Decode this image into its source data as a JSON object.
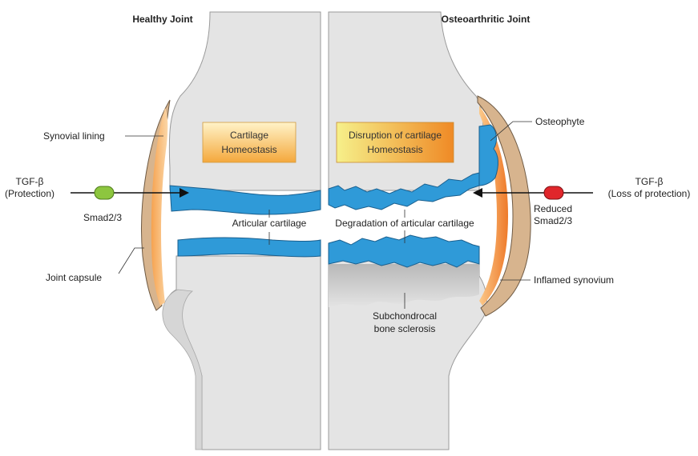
{
  "titles": {
    "left": "Healthy Joint",
    "right": "Osteoarthritic Joint"
  },
  "boxes": {
    "left": [
      "Cartilage",
      "Homeostasis"
    ],
    "right": [
      "Disruption of cartilage",
      "Homeostasis"
    ]
  },
  "labels": {
    "synovial_lining": "Synovial lining",
    "tgf_left": [
      "TGF-β",
      "(Protection)"
    ],
    "smad_left": "Smad2/3",
    "joint_capsule": "Joint capsule",
    "articular_cartilage": "Articular cartilage",
    "degradation": "Degradation of articular cartilage",
    "osteophyte": "Osteophyte",
    "tgf_right": [
      "TGF-β",
      "(Loss of protection)"
    ],
    "smad_right": [
      "Reduced",
      "Smad2/3"
    ],
    "inflamed_synovium": "Inflamed synovium",
    "sclerosis": [
      "Subchondrocal",
      "bone sclerosis"
    ]
  },
  "colors": {
    "bone": "#e4e4e4",
    "bone_edge": "#c8c8c8",
    "cartilage": "#2f9ad8",
    "cartilage_edge": "#1a5f8e",
    "capsule": "#d7b48e",
    "synovium": "#f08a3a",
    "smad_healthy": "#8dc63f",
    "smad_reduced": "#e0262b",
    "box_left_top": "#fff1c0",
    "box_left_bottom": "#f5b04a",
    "box_right_left": "#f5ee80",
    "box_right_right": "#f08a2a"
  }
}
